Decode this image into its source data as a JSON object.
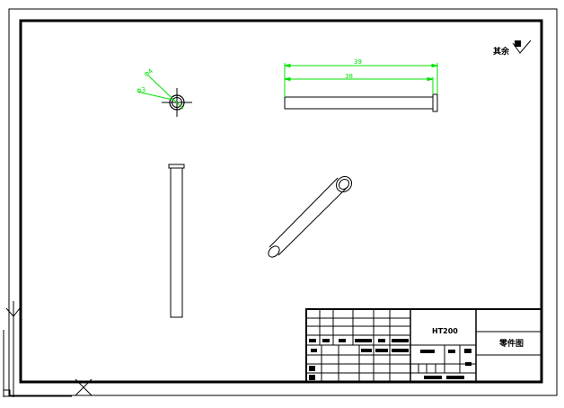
{
  "drawing": {
    "surface_roughness_note": "其余",
    "material": "HT200",
    "title": "零件图",
    "dimensions": {
      "overall_length": "39",
      "shaft_length": "38",
      "diameter_outer": "Φ4",
      "diameter_inner": "Φ3"
    }
  },
  "colors": {
    "dimension": "#00e000",
    "line": "#000000",
    "background": "#ffffff"
  }
}
